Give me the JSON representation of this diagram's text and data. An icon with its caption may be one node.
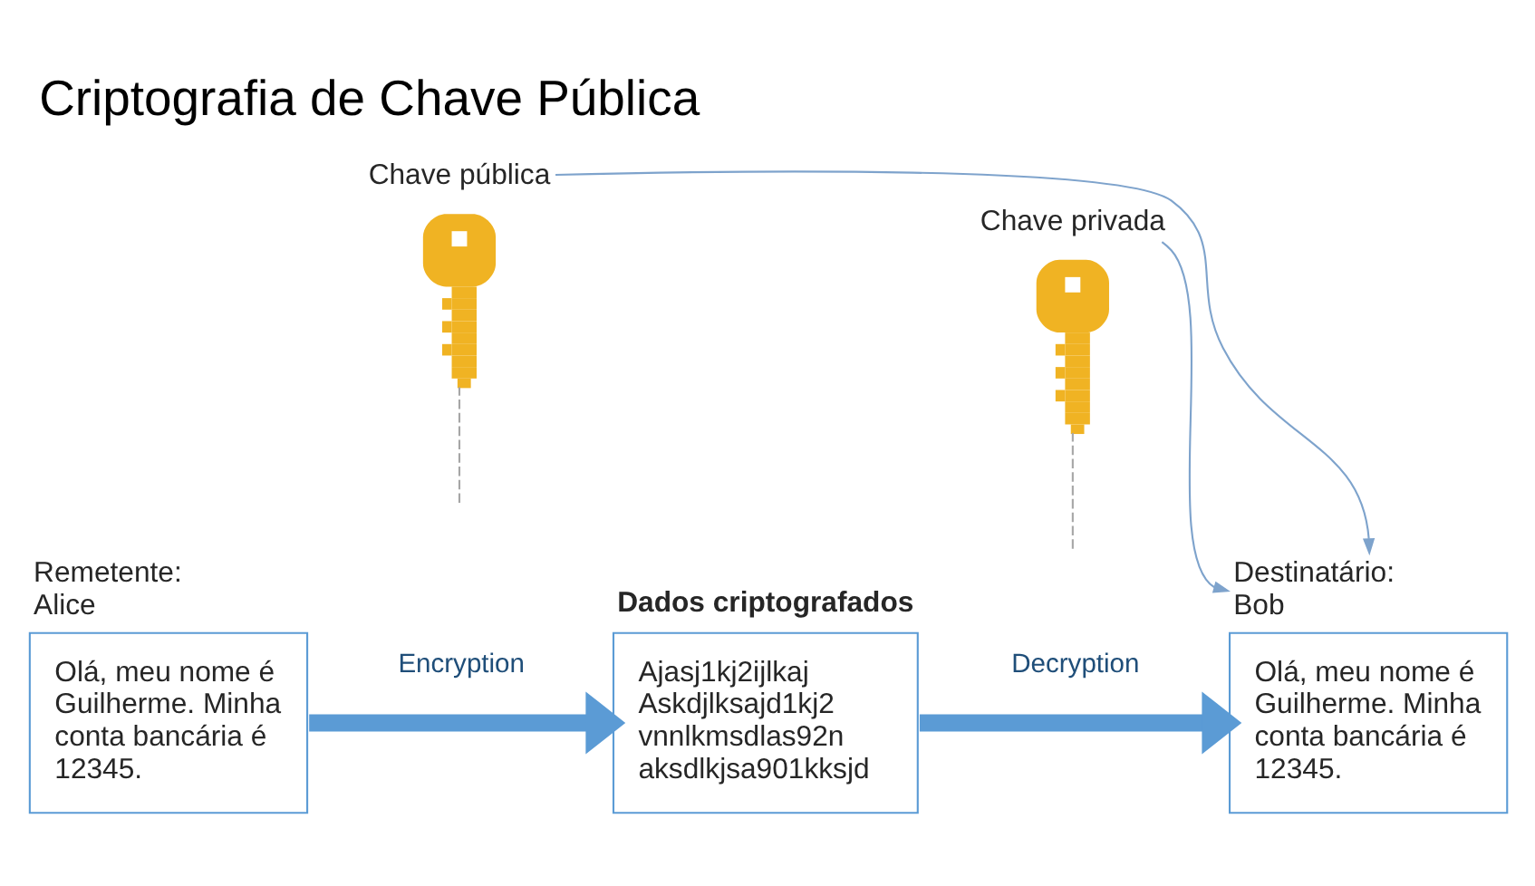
{
  "diagram": {
    "title": "Criptografia de Chave Pública",
    "nodes": [
      {
        "text": [
          "Chave pública"
        ]
      },
      {
        "text": [],
        "shape": "picture"
      },
      {
        "text": [
          "Chave privada"
        ]
      },
      {
        "text": [],
        "shape": "picture"
      },
      {
        "text": [
          "Remetente: Alice",
          "Olá, meu nome é Guilherme. Minha conta bancária é 12345."
        ]
      },
      {
        "text": [
          "Dados criptografados",
          "Ajasj1kj2ijlkaj Askdjlksajd1kj2 vnnlkmsdlas92n aksdlkjsa901kksjd"
        ]
      },
      {
        "text": [
          "Destinatário: Bob",
          "Olá, meu nome é Guilherme. Minha conta bancária é 12345."
        ]
      }
    ],
    "edges": [
      {
        "from": 0,
        "to": 6,
        "arrow": "to"
      },
      {
        "from": 2,
        "to": 6,
        "arrow": "to"
      },
      {
        "from": null,
        "to": 1,
        "arrow": "none",
        "style": "dashed",
        "color": "#a6a6a6"
      },
      {
        "from": null,
        "to": 3,
        "arrow": "none",
        "style": "dashed",
        "color": "#a6a6a6"
      },
      {
        "from": 4,
        "to": 5,
        "label": "Encryption",
        "arrow": "to",
        "style": "thick",
        "color": "#5b9bd5"
      },
      {
        "from": 5,
        "to": 6,
        "label": "Decryption",
        "arrow": "to",
        "style": "thick",
        "color": "#5b9bd5"
      }
    ]
  }
}
